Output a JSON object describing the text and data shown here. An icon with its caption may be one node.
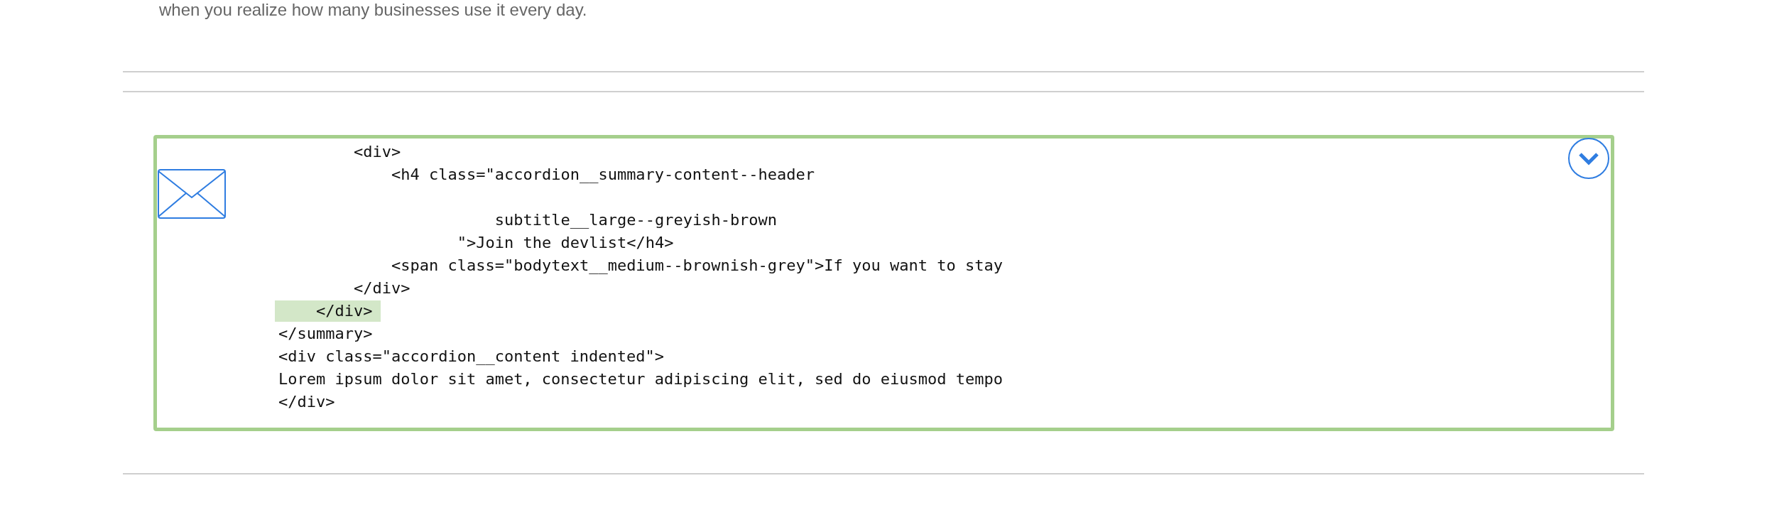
{
  "diagram": {
    "nodes": [
      {
        "text": [
          "<div>",
          "<h4 class=\"accordion__summary-content--header",
          "subtitle__large--greyish-brown",
          "\">Join the devlist</h4>",
          "<span class=\"bodytext__medium--brownish-grey\">If you want to stay",
          "</div>",
          "</div>",
          "</summary>",
          "<div class=\"accordion__content indented\">",
          "Lorem ipsum dolor sit amet, consectetur adipiscing elit, sed do eiusmod tempo",
          "</div>"
        ]
      }
    ],
    "labels": [
      "when you realize how many businesses use it every day."
    ]
  }
}
